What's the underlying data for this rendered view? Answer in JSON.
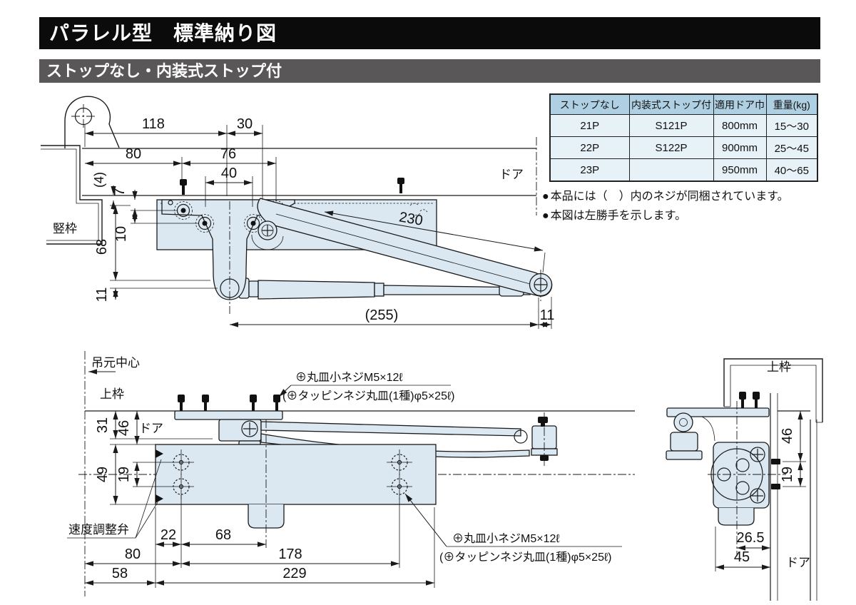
{
  "header": {
    "title": "パラレル型　標準納り図"
  },
  "subheader": {
    "title": "ストップなし・内装式ストップ付"
  },
  "spec_table": {
    "headers": [
      "ストップなし",
      "内装式ストップ付",
      "適用ドア巾",
      "重量(kg)"
    ],
    "rows": [
      [
        "21P",
        "S121P",
        "800mm",
        "15～30"
      ],
      [
        "22P",
        "S122P",
        "900mm",
        "25～45"
      ],
      [
        "23P",
        "",
        "950mm",
        "40～65"
      ]
    ]
  },
  "notes": {
    "bullet": "●",
    "items": [
      "本品には（　）内のネジが同梱されています。",
      "本図は左勝手を示します。"
    ]
  },
  "top_view": {
    "labels": {
      "door": "ドア",
      "jamb": "竪枠"
    },
    "dims": {
      "d118": "118",
      "d30": "30",
      "d80": "80",
      "d76": "76",
      "d40": "40",
      "d4": "(4)",
      "d7": "7",
      "d10": "10",
      "d68": "68",
      "d11_left": "11",
      "d230": "230",
      "d255": "(255)",
      "d11_right": "11"
    }
  },
  "front_view": {
    "labels": {
      "hinge_center": "吊元中心",
      "head_frame": "上枠",
      "door": "ドア",
      "speed_valve": "速度調整弁",
      "screw_main": "⊕丸皿小ネジM5×12ℓ",
      "screw_alt": "(⊕タッピンネジ丸皿(1種)φ5×25ℓ)"
    },
    "dims": {
      "d31": "31",
      "d46": "46",
      "d49": "49",
      "d19": "19",
      "d22": "22",
      "d68": "68",
      "d80": "80",
      "d178": "178",
      "d58": "58",
      "d229": "229"
    }
  },
  "side_view": {
    "labels": {
      "head_frame": "上枠",
      "door": "ドア"
    },
    "dims": {
      "d46": "46",
      "d19": "19",
      "d26_5": "26.5",
      "d45": "45"
    }
  },
  "colors": {
    "title_bg": "#0b0b0b",
    "subtitle_bg": "#595757",
    "table_header_bg": "#afd0e2",
    "table_row_bg": "#e6f1f8",
    "drawing_fill": "#dbe8f2",
    "line": "#1a1a1a"
  }
}
